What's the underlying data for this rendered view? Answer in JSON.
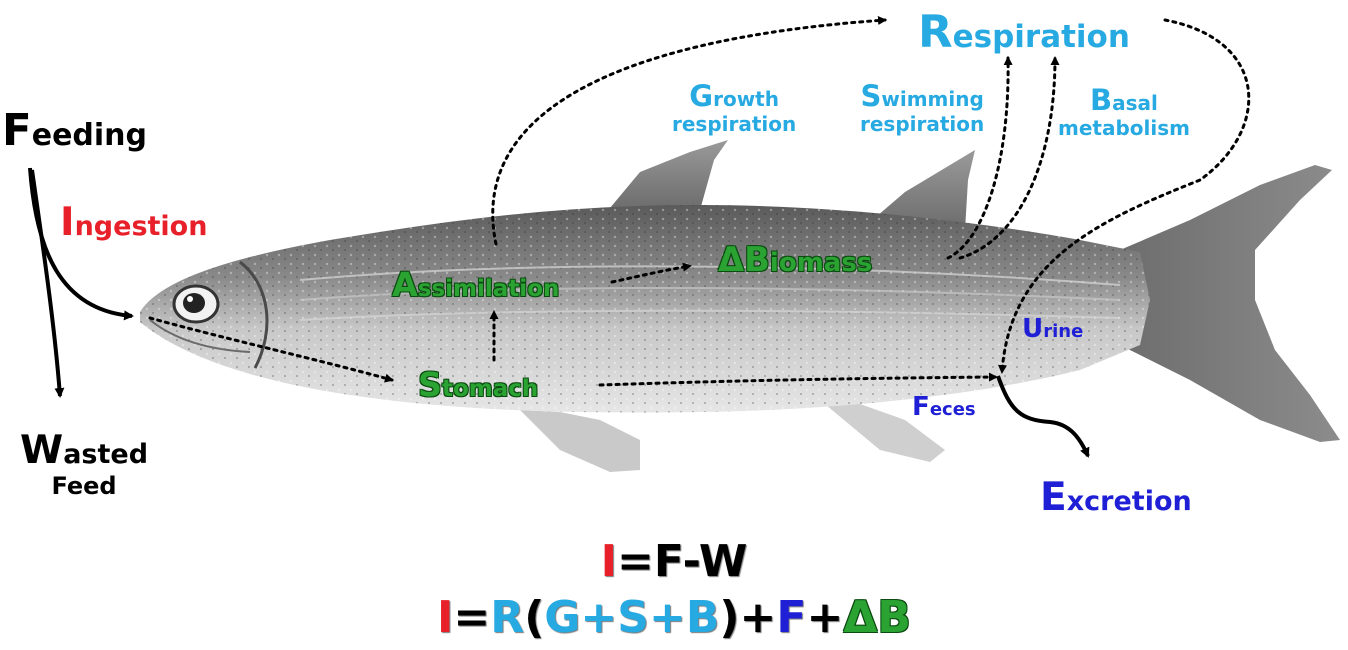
{
  "labels": {
    "feeding": {
      "cap": "F",
      "rest": "eeding"
    },
    "ingestion": {
      "cap": "I",
      "rest": "ngestion"
    },
    "wasted": {
      "cap": "W",
      "rest": "asted",
      "line2": "Feed"
    },
    "respiration": {
      "cap": "R",
      "rest": "espiration"
    },
    "growth": {
      "cap": "G",
      "rest": "rowth",
      "line2": "respiration"
    },
    "swimming": {
      "cap": "S",
      "rest": "wimming",
      "line2": "respiration"
    },
    "basal": {
      "cap": "B",
      "rest": "asal",
      "line2": "metabolism"
    },
    "assimilation": {
      "cap": "A",
      "rest": "ssimilation"
    },
    "biomass": {
      "cap": "ΔB",
      "rest": "iomass"
    },
    "stomach": {
      "cap": "S",
      "rest": "tomach"
    },
    "urine": {
      "cap": "U",
      "rest": "rine"
    },
    "feces": {
      "cap": "F",
      "rest": "eces"
    },
    "excretion": {
      "cap": "E",
      "rest": "xcretion"
    }
  },
  "equations": {
    "eq1": {
      "i": "I",
      "eq": "=",
      "rhs": "F-W"
    },
    "eq2": {
      "i": "I",
      "eq": "=",
      "r": "R",
      "lp": "(",
      "g": "G",
      "p1": "+",
      "s": "S",
      "p2": "+",
      "b": "B",
      "rp": ")",
      "p3": "+",
      "f": "F",
      "p4": "+",
      "db": "ΔB"
    }
  },
  "colors": {
    "ingestion": "#e8202a",
    "respiration": "#27a9e1",
    "excretion": "#1f1fd6",
    "biomass": "#2aa332",
    "text": "#000000"
  }
}
